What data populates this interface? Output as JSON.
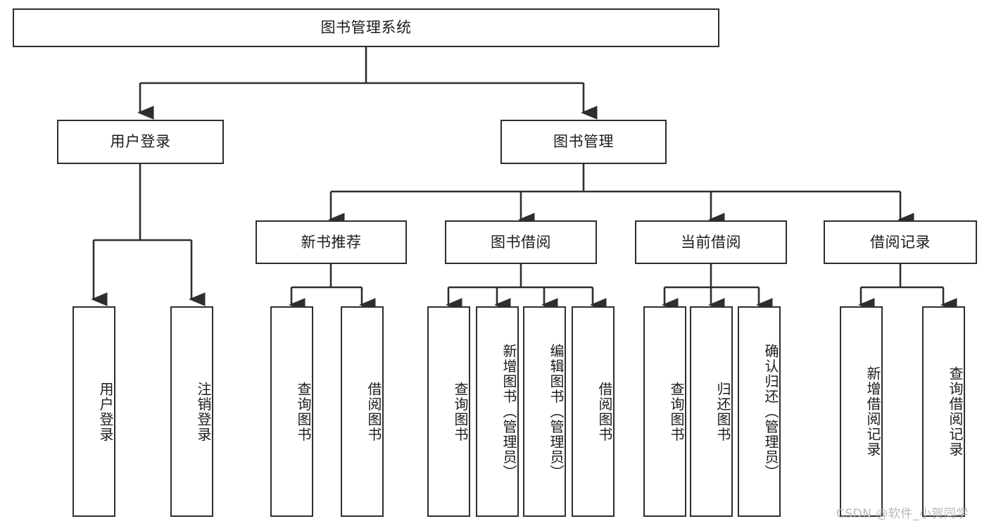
{
  "diagram": {
    "type": "tree",
    "title": "图书管理系统",
    "watermark": "CSDN @软件_小贺同学",
    "colors": {
      "background": "#ffffff",
      "border": "#2e2e2e",
      "text": "#1c1c1c",
      "edge": "#2e2e2e",
      "watermark": "#b8b8b8"
    },
    "nodes": {
      "root": {
        "label": "图书管理系统"
      },
      "level2": [
        {
          "id": "user-login",
          "label": "用户登录"
        },
        {
          "id": "book-manage",
          "label": "图书管理"
        }
      ],
      "level3": [
        {
          "id": "new-book-recommend",
          "label": "新书推荐"
        },
        {
          "id": "book-borrow",
          "label": "图书借阅"
        },
        {
          "id": "current-borrow",
          "label": "当前借阅"
        },
        {
          "id": "borrow-record",
          "label": "借阅记录"
        }
      ],
      "leaves": {
        "user-login": [
          {
            "id": "leaf-user-login",
            "label": "用户登录"
          },
          {
            "id": "leaf-user-logout",
            "label": "注销登录"
          }
        ],
        "new-book-recommend": [
          {
            "id": "leaf-query-book-1",
            "label": "查询图书"
          },
          {
            "id": "leaf-borrow-book-1",
            "label": "借阅图书"
          }
        ],
        "book-borrow": [
          {
            "id": "leaf-query-book-2",
            "label": "查询图书"
          },
          {
            "id": "leaf-add-book",
            "label": "新增图书（管理员）"
          },
          {
            "id": "leaf-edit-book",
            "label": "编辑图书（管理员）"
          },
          {
            "id": "leaf-borrow-book-2",
            "label": "借阅图书"
          }
        ],
        "current-borrow": [
          {
            "id": "leaf-query-book-3",
            "label": "查询图书"
          },
          {
            "id": "leaf-return-book",
            "label": "归还图书"
          },
          {
            "id": "leaf-confirm-return",
            "label": "确认归还（管理员）"
          }
        ],
        "borrow-record": [
          {
            "id": "leaf-add-record",
            "label": "新增借阅记录"
          },
          {
            "id": "leaf-query-record",
            "label": "查询借阅记录"
          }
        ]
      }
    }
  }
}
